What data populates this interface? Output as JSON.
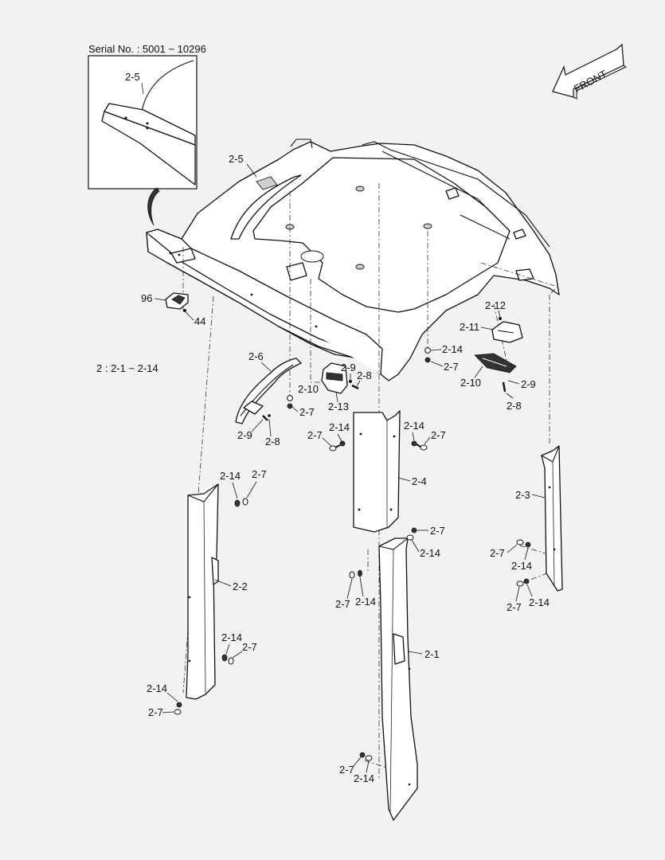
{
  "header": {
    "serial": "Serial No. : 5001 ~ 10296"
  },
  "arrow": {
    "text": "FRONT"
  },
  "note": "2 : 2-1 ~ 2-14",
  "labels": {
    "inset_2_5": "2-5",
    "p2_5": "2-5",
    "p96": "96",
    "p44": "44",
    "p2_12": "2-12",
    "p2_11": "2-11",
    "p2_14_a": "2-14",
    "p2_7_a": "2-7",
    "p2_10_r": "2-10",
    "p2_9_r": "2-9",
    "p2_8_r": "2-8",
    "p2_6": "2-6",
    "p2_9_c": "2-9",
    "p2_8_c": "2-8",
    "p2_10_c": "2-10",
    "p2_13": "2-13",
    "p2_7_c": "2-7",
    "p2_9_l": "2-9",
    "p2_8_l": "2-8",
    "p2_14_b": "2-14",
    "p2_7_b": "2-7",
    "p2_14_c": "2-14",
    "p2_7_d": "2-7",
    "p2_4": "2-4",
    "p2_14_d": "2-14",
    "p2_7_e": "2-7",
    "p2_3": "2-3",
    "p2_2": "2-2",
    "p2_7_f": "2-7",
    "p2_14_e": "2-14",
    "p2_7_g": "2-7",
    "p2_14_f": "2-14",
    "p2_7_h": "2-7",
    "p2_14_g": "2-14",
    "p2_7_i": "2-7",
    "p2_14_h": "2-14",
    "p2_14_i": "2-14",
    "p2_7_j": "2-7",
    "p2_1": "2-1",
    "p2_14_j": "2-14",
    "p2_7_k": "2-7",
    "p2_7_l": "2-7",
    "p2_14_k": "2-14"
  }
}
